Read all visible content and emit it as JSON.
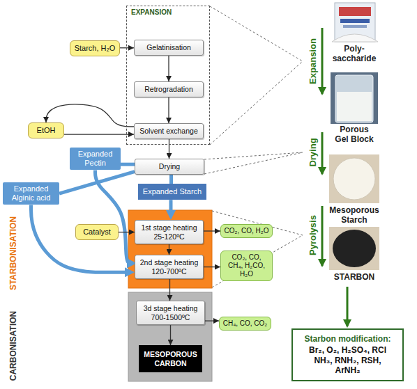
{
  "diagram": {
    "nodes": [
      {
        "text": [
          "Starch, H₂O"
        ]
      },
      {
        "text": [
          "EXPANSION"
        ]
      },
      {
        "text": [
          "Gelatinisation"
        ],
        "in": 1
      },
      {
        "text": [
          "Retrogradation"
        ],
        "in": 1
      },
      {
        "text": [
          "EtOH"
        ]
      },
      {
        "text": [
          "Solvent exchange"
        ],
        "in": 1
      },
      {
        "text": [
          "Drying"
        ]
      },
      {
        "text": [
          "Expanded Pectin"
        ]
      },
      {
        "text": [
          "Expanded Alginic acid"
        ]
      },
      {
        "text": [
          "Expanded Starch"
        ]
      },
      {
        "text": [
          "Catalyst"
        ]
      },
      {
        "text": [
          "1st stage heating 25-120ºC"
        ]
      },
      {
        "text": [
          "CO₂, CO, H₂O"
        ]
      },
      {
        "text": [
          "2nd stage heating 120-700ºC"
        ]
      },
      {
        "text": [
          "CO₂, CO, CH₄, H₂CO, H₂O"
        ]
      },
      {
        "text": [
          "3d stage heating 700-1500ºC"
        ]
      },
      {
        "text": [
          "CH₄, CO, CO₂"
        ]
      },
      {
        "text": [
          "MESOPOROUS CARBON"
        ]
      },
      {
        "text": [
          "Starbon modification:",
          "Br₂, O₂, H₂SO₄, RCl NH₃, RNH₂, RSH, ArNH₂"
        ]
      }
    ],
    "edges": [
      {
        "from": 0,
        "to": 2,
        "arrow": "to"
      },
      {
        "from": 2,
        "to": 3,
        "arrow": "to"
      },
      {
        "from": 3,
        "to": 5,
        "arrow": "to"
      },
      {
        "from": 4,
        "to": 5,
        "arrow": "to"
      },
      {
        "from": 5,
        "to": 4,
        "arrow": "to"
      },
      {
        "from": 5,
        "to": 6,
        "arrow": "to"
      },
      {
        "from": 6,
        "to": 7,
        "arrow": "none"
      },
      {
        "from": 6,
        "to": 8,
        "arrow": "none"
      },
      {
        "from": 6,
        "to": 9,
        "arrow": "none"
      },
      {
        "from": 7,
        "to": 13,
        "arrow": "to"
      },
      {
        "from": 8,
        "to": 13,
        "arrow": "to"
      },
      {
        "from": 9,
        "to": 11,
        "arrow": "to"
      },
      {
        "from": 10,
        "to": 11,
        "arrow": "to"
      },
      {
        "from": 11,
        "to": 12,
        "arrow": "to"
      },
      {
        "from": 11,
        "to": 13,
        "arrow": "to"
      },
      {
        "from": 13,
        "to": 14,
        "arrow": "to"
      },
      {
        "from": 13,
        "to": 15,
        "arrow": "to"
      },
      {
        "from": 15,
        "to": 17,
        "arrow": "to"
      },
      {
        "from": 15,
        "to": 16,
        "arrow": "to"
      }
    ],
    "labels": [
      "STARBONISATION",
      "CARBONISATION",
      "Expansion",
      "Drying",
      "Poly-saccharide",
      "Porous Gel Block",
      "Mesoporous Starch",
      "Pyrolysis",
      "STARBON"
    ]
  }
}
